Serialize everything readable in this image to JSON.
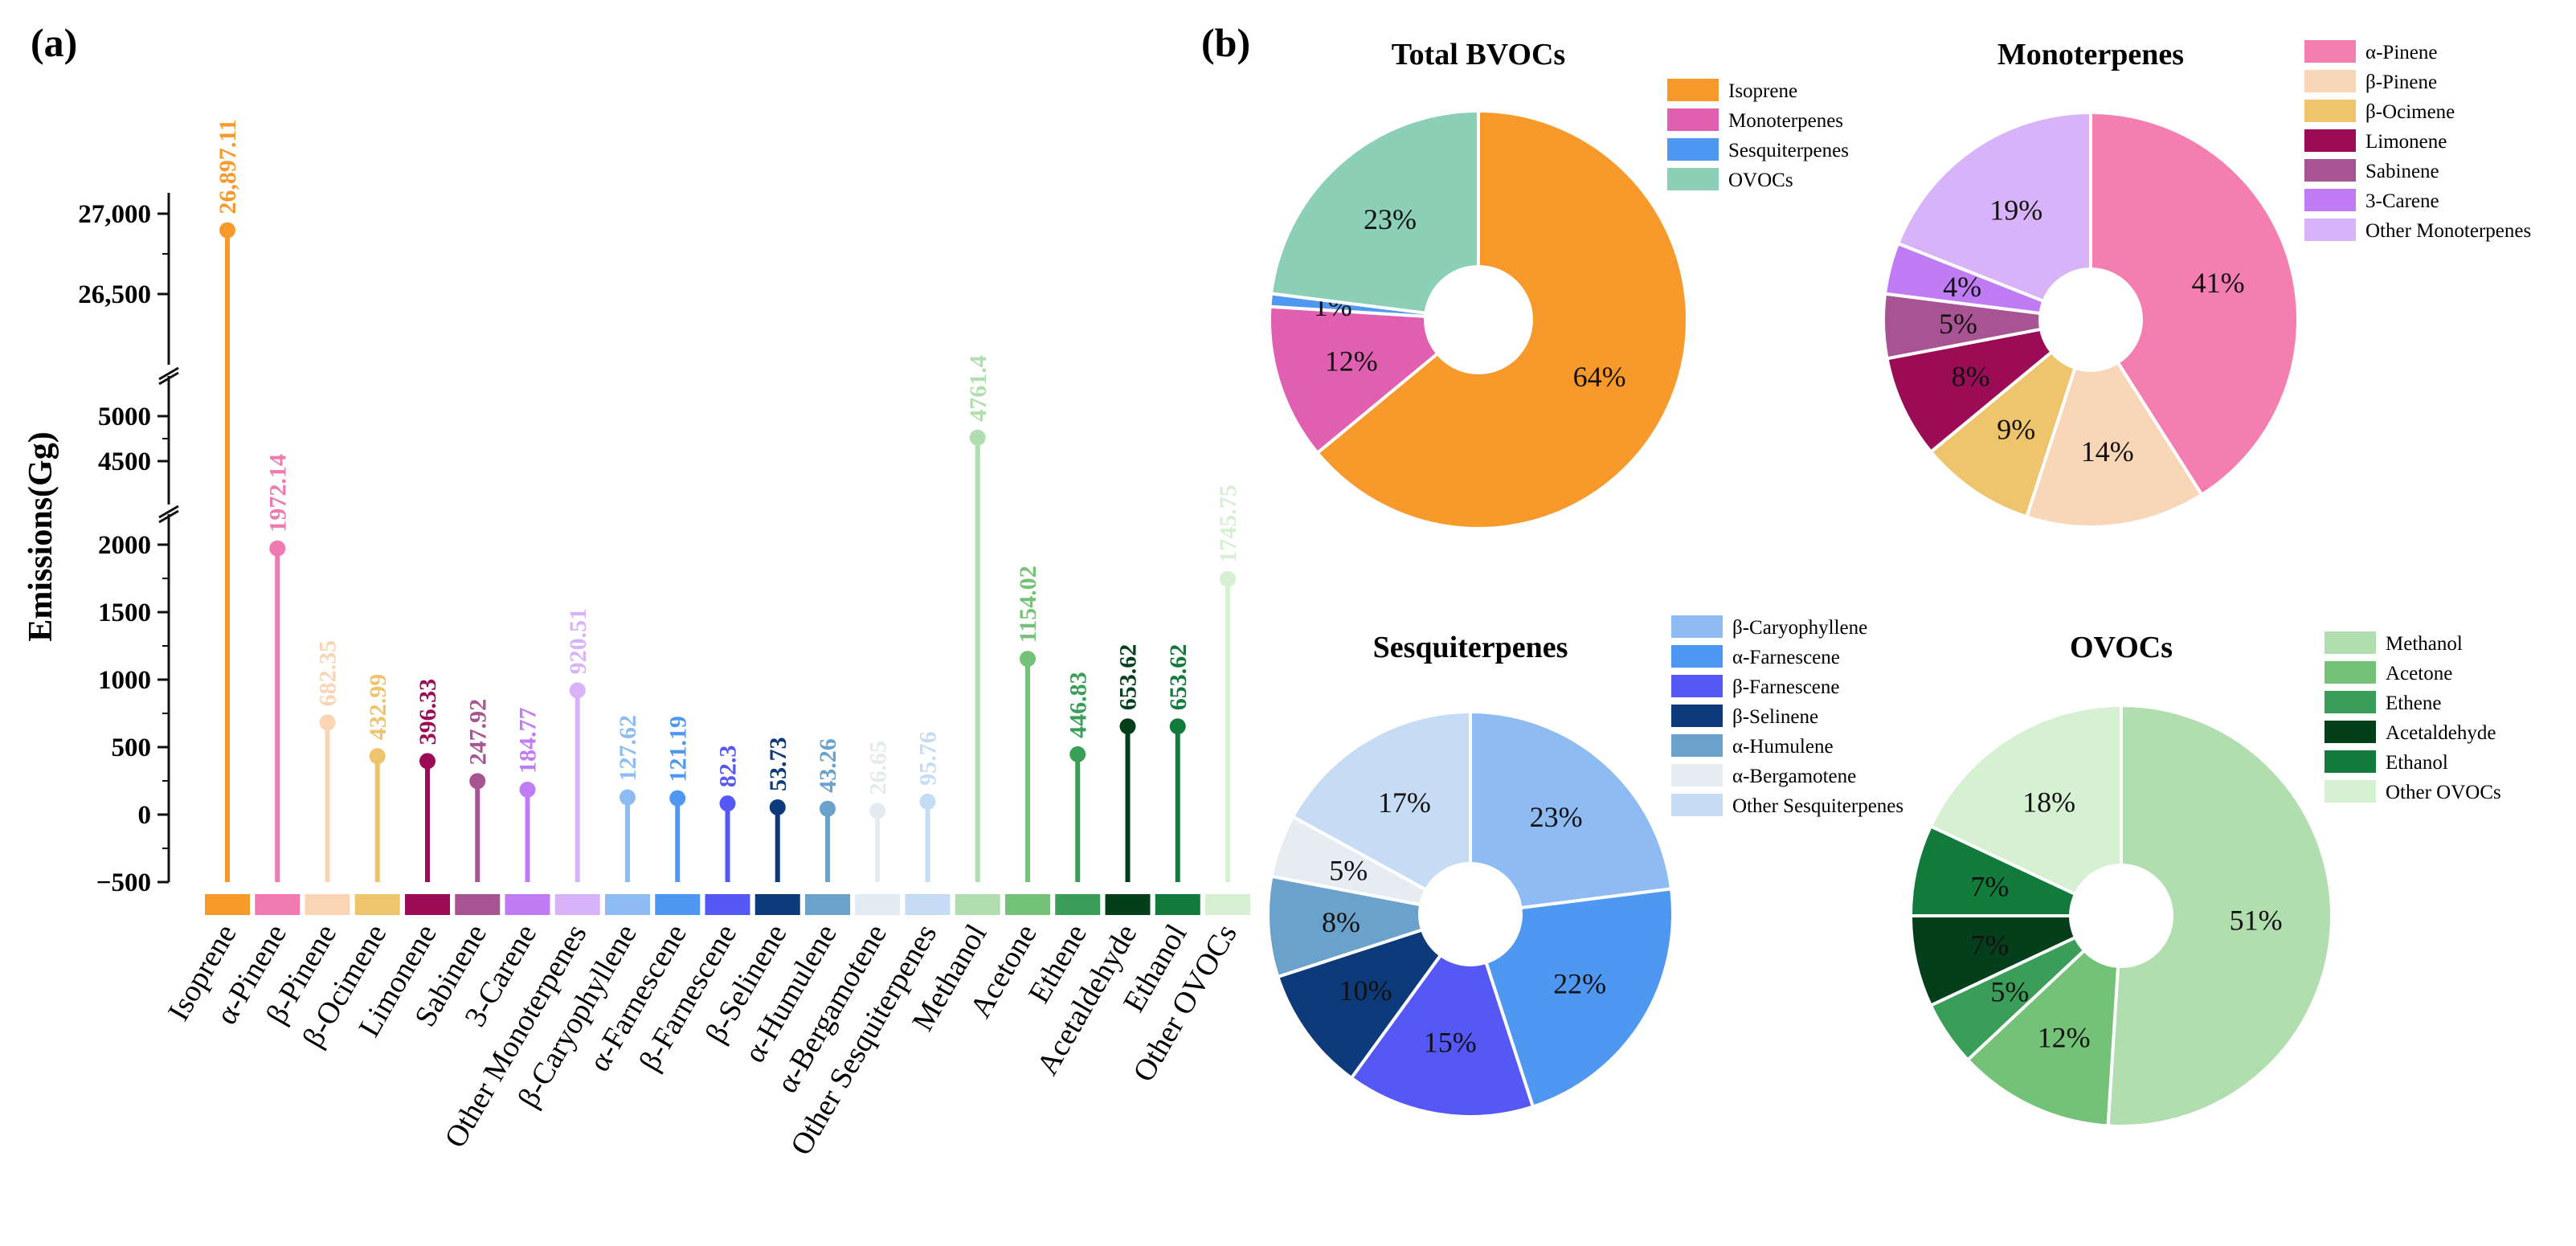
{
  "panels": {
    "a": "(a)",
    "b": "(b)"
  },
  "chart_data": [
    {
      "type": "lollipop",
      "title": "",
      "ylabel": "Emissions(Gg)",
      "xlabel": "",
      "axis_breaks": [
        [
          2200,
          4300
        ],
        [
          5250,
          26400
        ]
      ],
      "yticks": [
        {
          "v": -500,
          "label": "−500"
        },
        {
          "v": 0,
          "label": "0"
        },
        {
          "v": 500,
          "label": "500"
        },
        {
          "v": 1000,
          "label": "1000"
        },
        {
          "v": 1500,
          "label": "1500"
        },
        {
          "v": 2000,
          "label": "2000"
        },
        {
          "v": 4500,
          "label": "4500"
        },
        {
          "v": 5000,
          "label": "5000"
        },
        {
          "v": 26500,
          "label": "26,500"
        },
        {
          "v": 27000,
          "label": "27,000"
        }
      ],
      "categories": [
        "Isoprene",
        "α-Pinene",
        "β-Pinene",
        "β-Ocimene",
        "Limonene",
        "Sabinene",
        "3-Carene",
        "Other Monoterpenes",
        "β-Caryophyllene",
        "α-Farnescene",
        "β-Farnescene",
        "β-Selinene",
        "α-Humulene",
        "α-Bergamotene",
        "Other Sesquiterpenes",
        "Methanol",
        "Acetone",
        "Ethene",
        "Acetaldehyde",
        "Ethanol",
        "Other OVOCs"
      ],
      "values": [
        26897.11,
        1972.14,
        682.35,
        432.99,
        396.33,
        247.92,
        184.77,
        920.51,
        127.62,
        121.19,
        82.3,
        53.73,
        43.26,
        26.65,
        95.76,
        4761.4,
        1154.02,
        446.83,
        653.62,
        653.62,
        1745.75
      ],
      "value_labels": [
        "26,897.11",
        "1972.14",
        "682.35",
        "432.99",
        "396.33",
        "247.92",
        "184.77",
        "920.51",
        "127.62",
        "121.19",
        "82.3",
        "53.73",
        "43.26",
        "26.65",
        "95.76",
        "4761.4",
        "1154.02",
        "446.83",
        "653.62",
        "653.62",
        "1745.75"
      ],
      "colors": [
        "#f7992b",
        "#f07ab0",
        "#fad5b5",
        "#eec56c",
        "#9c0b55",
        "#a85492",
        "#c07cf5",
        "#d9b3fa",
        "#8ebcf2",
        "#4f98f2",
        "#5558f5",
        "#0d3a7a",
        "#6aa2cc",
        "#e2ebf2",
        "#c6dcf5",
        "#b0deae",
        "#74c278",
        "#3a9e58",
        "#043f1c",
        "#127a3a",
        "#d6f0d2"
      ]
    },
    {
      "type": "pie",
      "title": "Total BVOCs",
      "labels": [
        "Isoprene",
        "Monoterpenes",
        "Sesquiterpenes",
        "OVOCs"
      ],
      "values": [
        64,
        12,
        1,
        23
      ],
      "pct_labels": [
        "64%",
        "12%",
        "1%",
        "23%"
      ],
      "colors": [
        "#f7992b",
        "#e05fb0",
        "#4f98f2",
        "#8bcfb6"
      ]
    },
    {
      "type": "pie",
      "title": "Monoterpenes",
      "labels": [
        "α-Pinene",
        "β-Pinene",
        "β-Ocimene",
        "Limonene",
        "Sabinene",
        "3-Carene",
        "Other Monoterpenes"
      ],
      "values": [
        41,
        14,
        9,
        8,
        5,
        4,
        19
      ],
      "pct_labels": [
        "41%",
        "14%",
        "9%",
        "8%",
        "5%",
        "4%",
        "19%"
      ],
      "colors": [
        "#f57eb1",
        "#f9d6b8",
        "#eec56c",
        "#9c0b55",
        "#a85492",
        "#c07cf5",
        "#d9b3fa"
      ]
    },
    {
      "type": "pie",
      "title": "Sesquiterpenes",
      "labels": [
        "β-Caryophyllene",
        "α-Farnescene",
        "β-Farnescene",
        "β-Selinene",
        "α-Humulene",
        "α-Bergamotene",
        "Other Sesquiterpenes"
      ],
      "values": [
        23,
        22,
        15,
        10,
        8,
        5,
        17
      ],
      "pct_labels": [
        "23%",
        "22%",
        "15%",
        "10%",
        "8%",
        "5%",
        "17%"
      ],
      "colors": [
        "#8ebcf2",
        "#4f98f2",
        "#5558f5",
        "#0d3a7a",
        "#6aa2cc",
        "#e6edf2",
        "#c6dcf5"
      ]
    },
    {
      "type": "pie",
      "title": "OVOCs",
      "labels": [
        "Methanol",
        "Acetone",
        "Ethene",
        "Acetaldehyde",
        "Ethanol",
        "Other OVOCs"
      ],
      "values": [
        51,
        12,
        5,
        7,
        7,
        18
      ],
      "pct_labels": [
        "51%",
        "12%",
        "5%",
        "7%",
        "7%",
        "18%"
      ],
      "colors": [
        "#b0deae",
        "#74c278",
        "#3a9e58",
        "#043f1c",
        "#127a3a",
        "#d6f0d2"
      ]
    }
  ]
}
